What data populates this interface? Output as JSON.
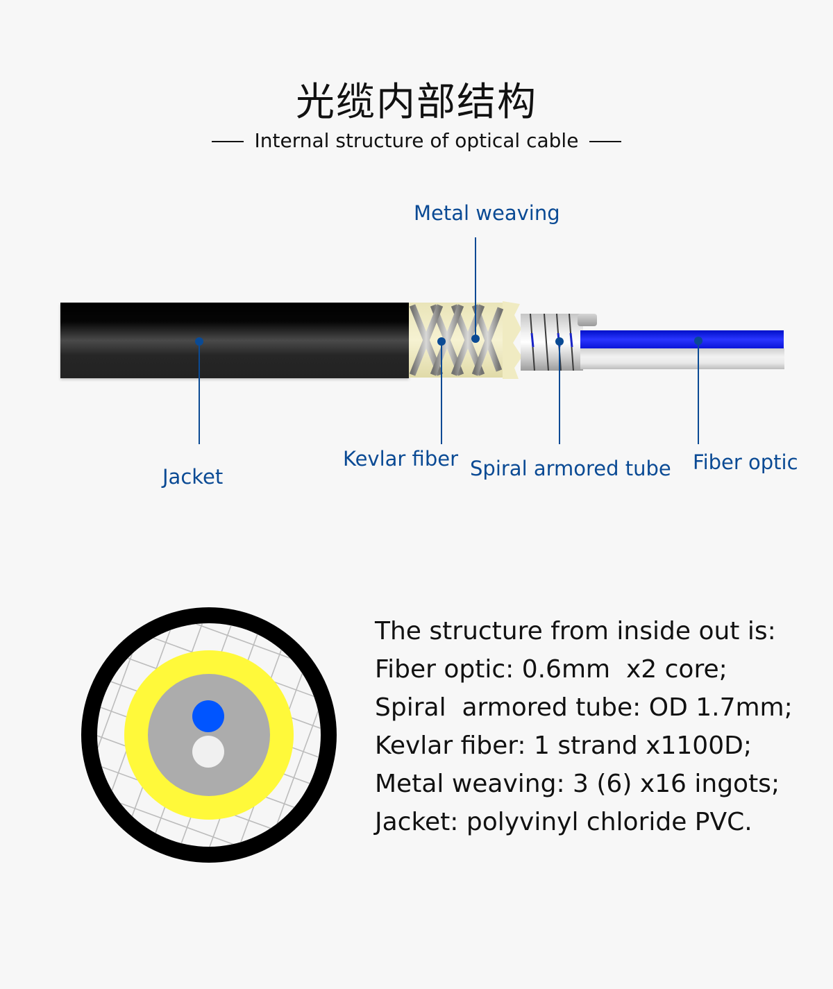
{
  "header": {
    "title": "光缆内部结构",
    "subtitle": "Internal structure of optical cable"
  },
  "diagram": {
    "labels": {
      "metal_weaving": "Metal weaving",
      "jacket": "Jacket",
      "kevlar_fiber": "Kevlar fiber",
      "spiral_armored_tube": "Spiral armored tube",
      "fiber_optic": "Fiber optic"
    },
    "colors": {
      "label_blue": "#0a4a94",
      "jacket": "#1a1a1a",
      "kevlar": "#f0ecc0",
      "fiber_blue": "#1a24f0",
      "cross_section_yellow": "#fff93a",
      "cross_section_gray": "#acacac",
      "core_blue": "#0055ff",
      "core_white": "#f0f0f0"
    }
  },
  "specs": {
    "heading": "The structure from inside out is:",
    "lines": [
      "Fiber optic: 0.6mm  x2 core;",
      "Spiral  armored tube: OD 1.7mm;",
      "Kevlar fiber: 1 strand x1100D;",
      "Metal weaving: 3 (6) x16 ingots;",
      "Jacket: polyvinyl chloride PVC."
    ]
  }
}
